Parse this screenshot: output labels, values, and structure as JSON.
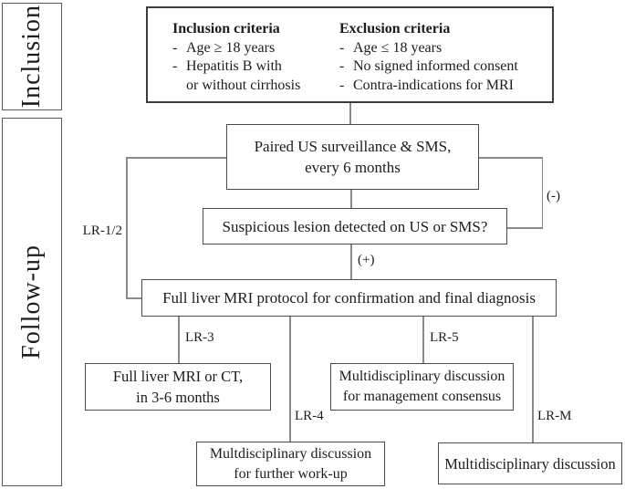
{
  "colors": {
    "c-border": "#4a4a4a",
    "c-line": "#8a8a8a",
    "c-text": "#1c1c1c",
    "c-bg": "#ffffff"
  },
  "sidebar": {
    "inclusion_label": "Inclusion",
    "followup_label": "Follow-up"
  },
  "criteria": {
    "inclusion": {
      "title": "Inclusion criteria",
      "items": [
        {
          "bullet": "-",
          "text": "Age ≥ 18 years"
        },
        {
          "bullet": "-",
          "text": "Hepatitis B with"
        },
        {
          "bullet": "",
          "text": "or without cirrhosis"
        }
      ]
    },
    "exclusion": {
      "title": "Exclusion criteria",
      "items": [
        {
          "bullet": "-",
          "text": "Age ≤ 18 years"
        },
        {
          "bullet": "-",
          "text": "No signed informed consent"
        },
        {
          "bullet": "-",
          "text": "Contra-indications for MRI"
        }
      ]
    }
  },
  "flow": {
    "surveillance": {
      "line1": "Paired US surveillance & SMS,",
      "line2": "every 6 months"
    },
    "suspicious": {
      "text": "Suspicious lesion detected on US or SMS?"
    },
    "protocol": {
      "text": "Full liver MRI protocol for confirmation and final diagnosis"
    },
    "mri_ct": {
      "line1": "Full liver MRI or CT,",
      "line2": "in 3-6 months"
    },
    "management": {
      "line1": "Multidisciplinary discussion",
      "line2": "for management consensus"
    },
    "workup": {
      "line1": "Multdisciplinary discussion",
      "line2": "for further work-up"
    },
    "discussion": {
      "text": "Multidisciplinary discussion"
    }
  },
  "branch_labels": {
    "lr12": "LR-1/2",
    "negative": "(-)",
    "positive": "(+)",
    "lr3": "LR-3",
    "lr4": "LR-4",
    "lr5": "LR-5",
    "lrm": "LR-M"
  }
}
